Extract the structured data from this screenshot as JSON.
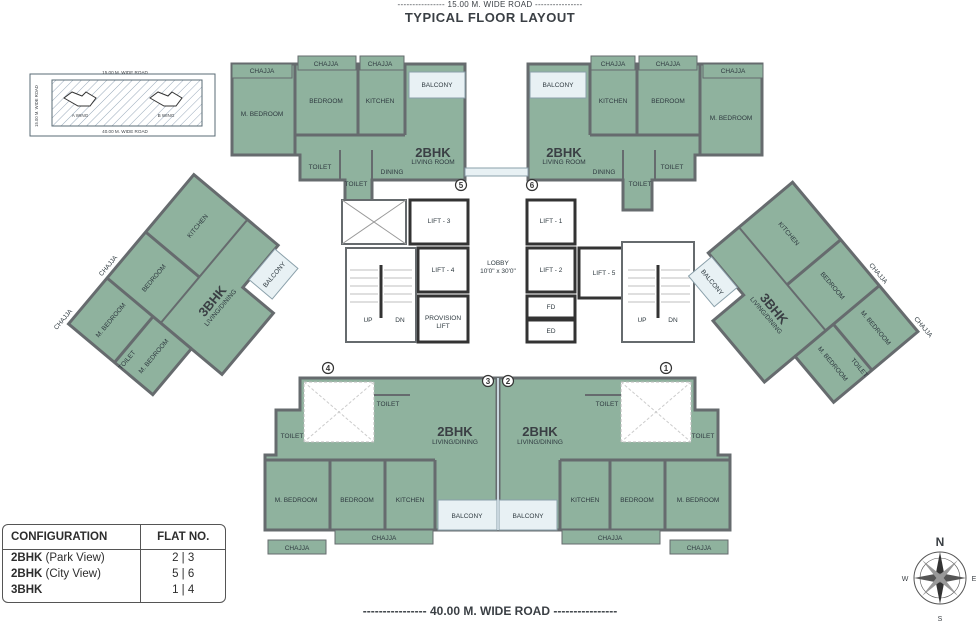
{
  "header": {
    "top_road": "15.00 M. WIDE ROAD",
    "title": "TYPICAL FLOOR LAYOUT"
  },
  "footer": {
    "bottom_road": "40.00 M. WIDE ROAD"
  },
  "key_plan": {
    "top_road": "15.00 M. WIDE ROAD",
    "bottom_road": "40.00 M. WIDE ROAD",
    "side_road": "15.00 M. WIDE ROAD",
    "wing_a": "A WING",
    "wing_b": "B WING"
  },
  "rooms": {
    "chajja": "CHAJJA",
    "bedroom": "BEDROOM",
    "m_bedroom": "M. BEDROOM",
    "kitchen": "KITCHEN",
    "balcony": "BALCONY",
    "toilet": "TOILET",
    "dining": "DINING",
    "living_room": "LIVING ROOM",
    "living_dining": "LIVING/DINING",
    "type_2bhk": "2BHK",
    "type_3bhk": "3BHK"
  },
  "core": {
    "lift_1": "LIFT - 1",
    "lift_2": "LIFT - 2",
    "lift_3": "LIFT - 3",
    "lift_4": "LIFT - 4",
    "lift_5": "LIFT - 5",
    "provision_lift_1": "PROVISION",
    "provision_lift_2": "LIFT",
    "lobby_1": "LOBBY",
    "lobby_2": "10'0\" x 30'0\"",
    "fd": "FD",
    "ed": "ED",
    "up": "UP",
    "dn": "DN"
  },
  "flat_numbers": [
    "1",
    "2",
    "3",
    "4",
    "5",
    "6"
  ],
  "configuration": {
    "col1": "CONFIGURATION",
    "col2": "FLAT NO.",
    "rows": [
      {
        "type": "2BHK",
        "view": "(Park View)",
        "flats": "2 | 3"
      },
      {
        "type": "2BHK",
        "view": "(City View)",
        "flats": "5 | 6"
      },
      {
        "type": "3BHK",
        "view": "",
        "flats": "1 | 4"
      }
    ]
  },
  "compass": {
    "n": "N",
    "s": "S",
    "e": "E",
    "w": "W"
  },
  "colors": {
    "room_fill": "#8fb29e",
    "wall": "#666b6e",
    "balcony_fill": "#e8f1f4",
    "text": "#3a3f44"
  }
}
